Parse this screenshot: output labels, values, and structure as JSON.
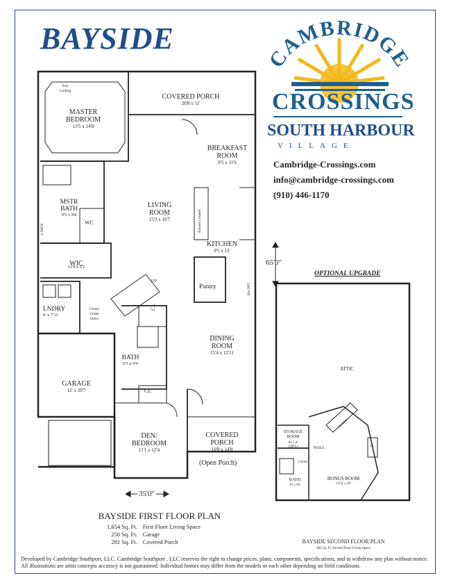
{
  "title": "BAYSIDE",
  "logo": {
    "line1": "CAMBRIDGE",
    "line2": "CROSSINGS",
    "line3": "SOUTH HARBOUR",
    "line4": "VILLAGE"
  },
  "contact": {
    "website": "Cambridge-Crossings.com",
    "email": "info@cambridge-crossings.com",
    "phone": "(910) 446-1170"
  },
  "first_floor": {
    "rooms": {
      "covered_porch_top": {
        "name": "COVERED PORCH",
        "dims": "20'8 x 11'"
      },
      "master_bedroom": {
        "name": "MASTER\nBEDROOM",
        "dims": "13'5 x 14'8"
      },
      "tray_ceiling": "Tray\nCeiling",
      "breakfast_room": {
        "name": "BREAKFAST\nROOM",
        "dims": "9'5 x 11'6"
      },
      "living_room": {
        "name": "LIVING\nROOM",
        "dims": "15'3 x 16'7"
      },
      "mstr_bath": {
        "name": "MSTR\nBATH",
        "dims": "9'5 x 9'8"
      },
      "wc": "WC",
      "linen": "LINEN",
      "raised_counter": "Raised Counter",
      "kitchen": {
        "name": "KITCHEN",
        "dims": "9'5 x 13'"
      },
      "wic": {
        "name": "WIC",
        "dims": "11'9 x 5'2"
      },
      "pantry": "Pantry",
      "bar_opt": "Bar OPT",
      "lndry": {
        "name": "LNDRY",
        "dims": "6' x 7'11"
      },
      "closet_under_stairs": "Closet\nUnder\nStairs",
      "cl": "CL",
      "up": "UP",
      "dining_room": {
        "name": "DINING\nROOM",
        "dims": "15'4 x 12'11"
      },
      "bath": {
        "name": "BATH",
        "dims": "6'5 x 9'4"
      },
      "garage": {
        "name": "GARAGE",
        "dims": "12' x 20'7"
      },
      "den_bedroom": {
        "name": "DEN/\nBEDROOM",
        "dims": "11'1 x 12'4"
      },
      "covered_porch_bottom": {
        "name": "COVERED\nPORCH",
        "dims": "10'8 x 14'8"
      },
      "open_porch": "(Open Porch)"
    },
    "depth": "65'0\"",
    "width": "35'0\"",
    "caption": "BAYSIDE FIRST FLOOR PLAN",
    "sqft": [
      {
        "value": "1,654 Sq. Ft.",
        "label": "First Floor Living Space"
      },
      {
        "value": "256 Sq. Ft.",
        "label": "Garage"
      },
      {
        "value": "281 Sq. Ft.",
        "label": "Covered Porch"
      }
    ]
  },
  "second_floor": {
    "upgrade_label": "OPTIONAL UPGRADE",
    "rooms": {
      "attic": "ATTIC",
      "storage_room": {
        "name": "STORAGE\nROOM",
        "dims": "8'5 x 8'",
        "opt": "(OPT.)"
      },
      "hall": "HALL",
      "down": "DOWN",
      "cl": "CL",
      "linen": "LINEN",
      "bath": {
        "name": "BATH",
        "dims": "8'5 x 8'9"
      },
      "bonus_room": {
        "name": "BONUS ROOM",
        "dims": "14'11 x 28'"
      }
    },
    "caption": "BAYSIDE SECOND FLOOR PLAN",
    "sqft": "482 Sq. Ft. Second Floor Living Space"
  },
  "footer": "Developed by Cambridge Southport, LLC. Cambridge Southport , LLC reserves the right to change prices, plans, components, specifications, and to withdraw any plan without notice. All illustrations are artist concepts accuracy is not guaranteed. Individual homes may differ from the models or each other depending on field conditions.",
  "colors": {
    "brand_blue": "#1f4e8c",
    "logo_teal": "#1f5f8c",
    "sun_yellow": "#f2b81c",
    "wall": "#222222"
  }
}
